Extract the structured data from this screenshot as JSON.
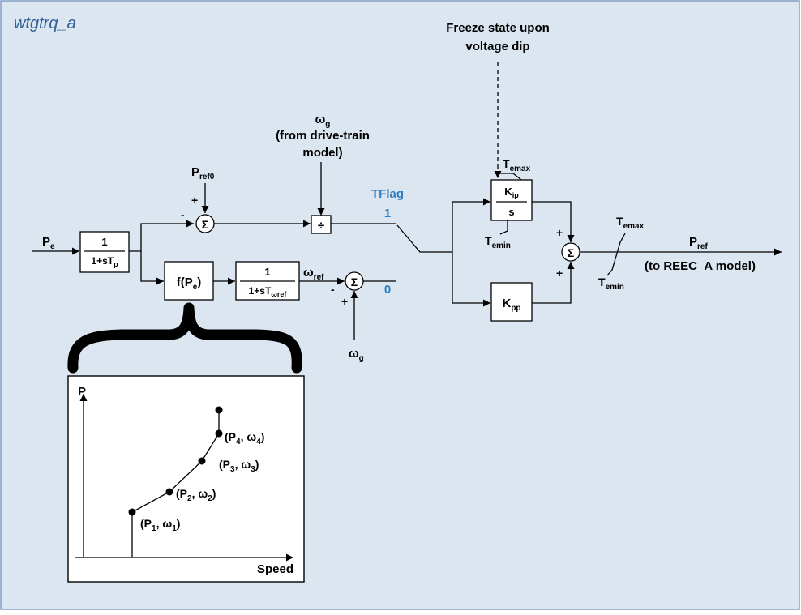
{
  "title": "wtgtrq_a",
  "freeze_note": [
    "Freeze state upon",
    "voltage dip"
  ],
  "omega_g_top": {
    "symbol": "ω",
    "sub": "g",
    "line1": "(from drive-train",
    "line2": "model)"
  },
  "omega_g_bottom": {
    "symbol": "ω",
    "sub": "g"
  },
  "input": {
    "symbol": "P",
    "sub": "e"
  },
  "pref0": {
    "symbol": "P",
    "sub": "ref0"
  },
  "lag_block": {
    "num": "1",
    "den_pre": "1+sT",
    "den_sub": "p"
  },
  "f_block": {
    "text": "f(P",
    "sub": "e",
    "close": ")"
  },
  "wref_block": {
    "num": "1",
    "den_pre": "1+sT",
    "den_sub": "ωref"
  },
  "omega_ref": {
    "symbol": "ω",
    "sub": "ref"
  },
  "divide_symbol": "÷",
  "sum_symbol": "Σ",
  "signs": {
    "plus": "+",
    "minus": "-"
  },
  "tflag": {
    "label": "TFlag",
    "one": "1",
    "zero": "0"
  },
  "ki_block": {
    "num": "K",
    "num_sub": "ip",
    "den": "s"
  },
  "kp_block": {
    "symbol": "K",
    "sub": "pp"
  },
  "temax": {
    "symbol": "T",
    "sub": "emax"
  },
  "temin": {
    "symbol": "T",
    "sub": "emin"
  },
  "output": {
    "symbol": "P",
    "sub": "ref",
    "note": "(to REEC_A model)"
  },
  "curve": {
    "y_axis": "P",
    "x_axis": "Speed",
    "points": [
      {
        "p": "P",
        "p_sub": "1",
        "w": "ω",
        "w_sub": "1"
      },
      {
        "p": "P",
        "p_sub": "2",
        "w": "ω",
        "w_sub": "2"
      },
      {
        "p": "P",
        "p_sub": "3",
        "w": "ω",
        "w_sub": "3"
      },
      {
        "p": "P",
        "p_sub": "4",
        "w": "ω",
        "w_sub": "4"
      }
    ]
  },
  "colors": {
    "background": "#dce6f1",
    "border": "#7f9cc4",
    "title": "#2f5f99",
    "flag": "#2f7fc0"
  }
}
